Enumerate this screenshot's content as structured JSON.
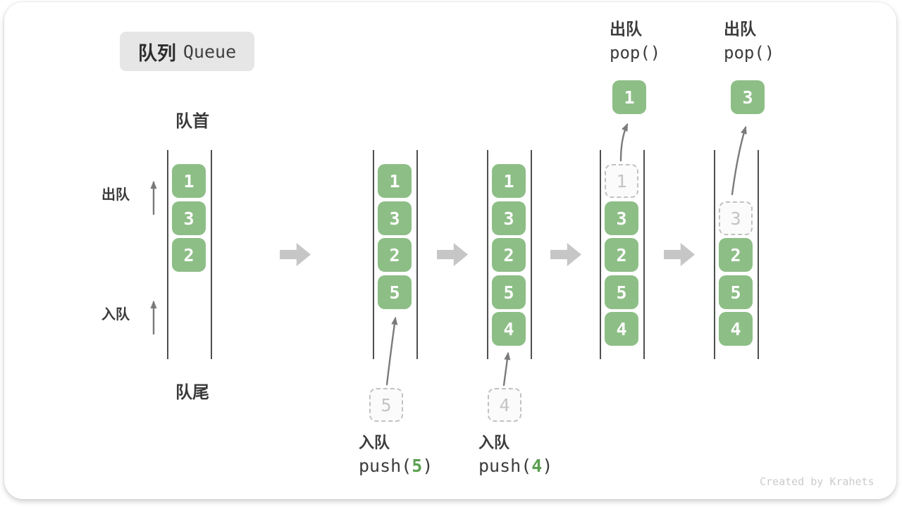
{
  "title": {
    "zh": "队列",
    "en": "Queue"
  },
  "side_labels": {
    "front": "队首",
    "rear": "队尾",
    "dequeue": "出队",
    "enqueue": "入队"
  },
  "watermark": "Created by Krahets",
  "colors": {
    "item_green": "#8DBE86",
    "code_arg_green": "#5AA050",
    "dashed_grey": "#C2C2C2",
    "block_arrow_grey": "#C6C6C6",
    "curve_arrow_grey": "#7B7B7B",
    "wall_line": "#4F4F4F",
    "text_dark": "#3B3B3B",
    "title_bg": "#E6E6E6"
  },
  "stages": [
    {
      "name": "initial",
      "items": [
        {
          "slot": 0,
          "value": "1",
          "state": "solid"
        },
        {
          "slot": 1,
          "value": "3",
          "state": "solid"
        },
        {
          "slot": 2,
          "value": "2",
          "state": "solid"
        }
      ]
    },
    {
      "name": "after-push-5",
      "items": [
        {
          "slot": 0,
          "value": "1",
          "state": "solid"
        },
        {
          "slot": 1,
          "value": "3",
          "state": "solid"
        },
        {
          "slot": 2,
          "value": "2",
          "state": "solid"
        },
        {
          "slot": 3,
          "value": "5",
          "state": "solid"
        }
      ],
      "incoming_value": "5",
      "caption": {
        "zh": "入队",
        "code_pre": "push(",
        "code_arg": "5",
        "code_post": ")"
      }
    },
    {
      "name": "after-push-4",
      "items": [
        {
          "slot": 0,
          "value": "1",
          "state": "solid"
        },
        {
          "slot": 1,
          "value": "3",
          "state": "solid"
        },
        {
          "slot": 2,
          "value": "2",
          "state": "solid"
        },
        {
          "slot": 3,
          "value": "5",
          "state": "solid"
        },
        {
          "slot": 4,
          "value": "4",
          "state": "solid"
        }
      ],
      "incoming_value": "4",
      "caption": {
        "zh": "入队",
        "code_pre": "push(",
        "code_arg": "4",
        "code_post": ")"
      }
    },
    {
      "name": "after-pop-1",
      "items": [
        {
          "slot": 0,
          "value": "1",
          "state": "dashed"
        },
        {
          "slot": 1,
          "value": "3",
          "state": "solid"
        },
        {
          "slot": 2,
          "value": "2",
          "state": "solid"
        },
        {
          "slot": 3,
          "value": "5",
          "state": "solid"
        },
        {
          "slot": 4,
          "value": "4",
          "state": "solid"
        }
      ],
      "popped_value": "1",
      "header": {
        "zh": "出队",
        "code": "pop()"
      }
    },
    {
      "name": "after-pop-3",
      "items": [
        {
          "slot": 1,
          "value": "3",
          "state": "dashed"
        },
        {
          "slot": 2,
          "value": "2",
          "state": "solid"
        },
        {
          "slot": 3,
          "value": "5",
          "state": "solid"
        },
        {
          "slot": 4,
          "value": "4",
          "state": "solid"
        }
      ],
      "popped_value": "3",
      "header": {
        "zh": "出队",
        "code": "pop()"
      }
    }
  ]
}
